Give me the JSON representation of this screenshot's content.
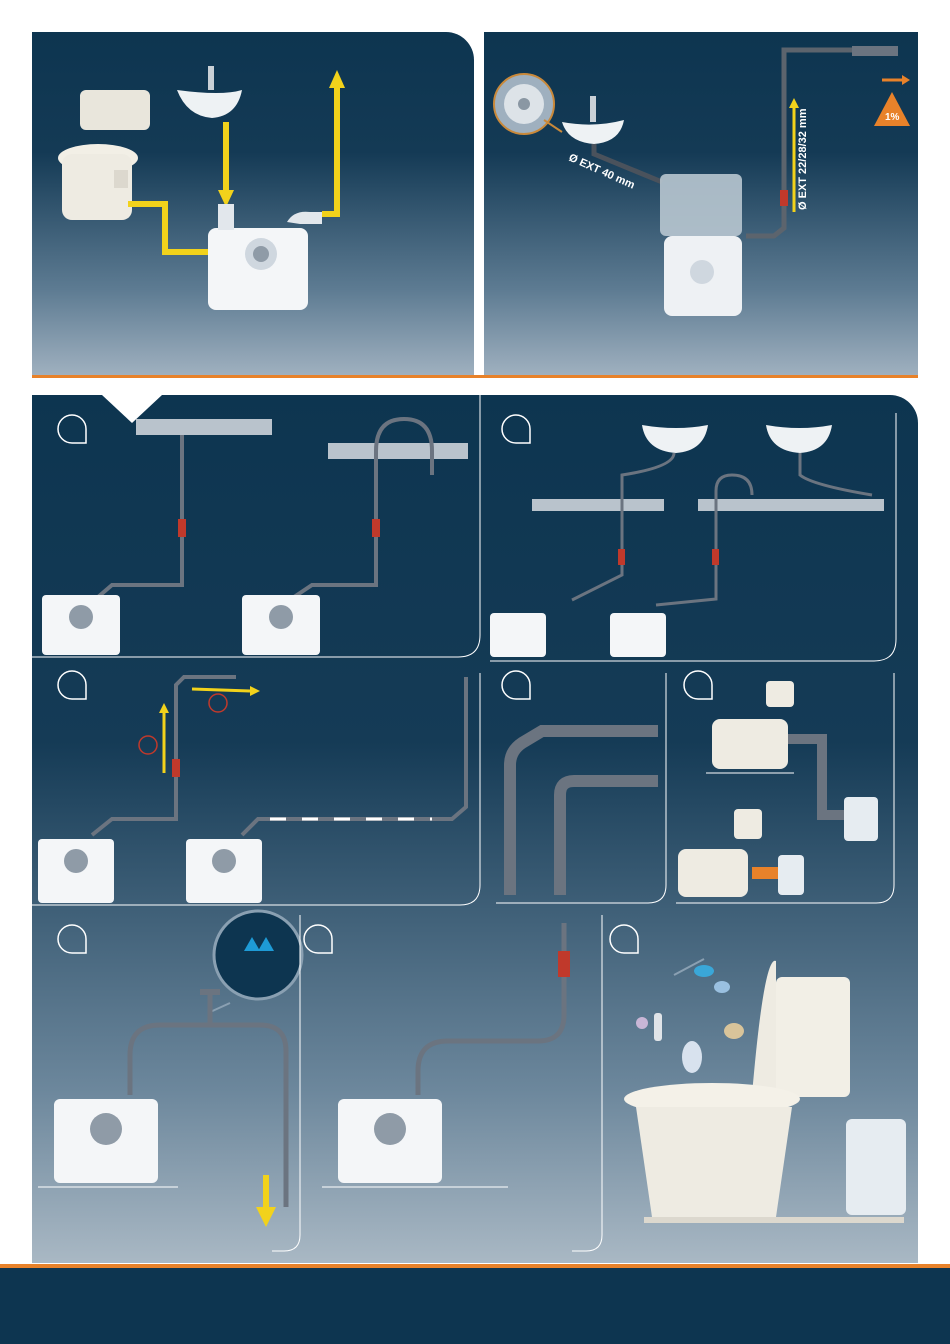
{
  "labels": {
    "pipe_diameter": "Ø EXT 40 mm",
    "discharge_diameter": "Ø EXT 22/28/32 mm",
    "slope": "1%"
  },
  "colors": {
    "navy": "#0d3550",
    "accent_orange": "#e8822a",
    "arrow_yellow": "#f2d21b",
    "pipe_gray": "#6b7480",
    "valve_red": "#c0392b"
  },
  "icons": [
    "toilet-icon",
    "sink-icon",
    "pump-unit-icon",
    "check-valve-icon",
    "drain-grate-icon",
    "warning-triangle-icon",
    "vent-icon",
    "prohibited-items-icon"
  ]
}
